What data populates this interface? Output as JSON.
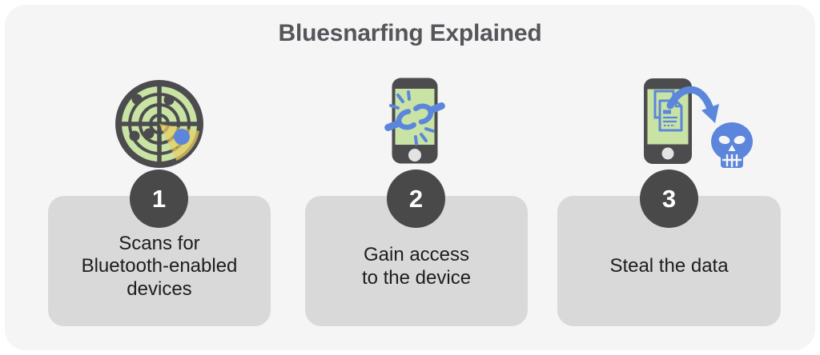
{
  "title": "Bluesnarfing Explained",
  "steps": [
    {
      "number": "1",
      "label": "Scans for\nBluetooth-enabled\ndevices",
      "icon": "radar-scan"
    },
    {
      "number": "2",
      "label": "Gain access\nto the device",
      "icon": "phone-broken-link"
    },
    {
      "number": "3",
      "label": "Steal the data",
      "icon": "phone-data-theft-skull"
    }
  ],
  "colors": {
    "canvas_background": "#f5f5f6",
    "card_gray": "#d9d9d9",
    "badge_gray": "#494949",
    "title_text": "#55565a",
    "body_text": "#1d1d1d",
    "icon_dark": "#4c4c4e",
    "icon_green": "#c9e3a4",
    "icon_blue": "#5b86dc",
    "radar_wedge_yellow": "#e9ce5f"
  }
}
